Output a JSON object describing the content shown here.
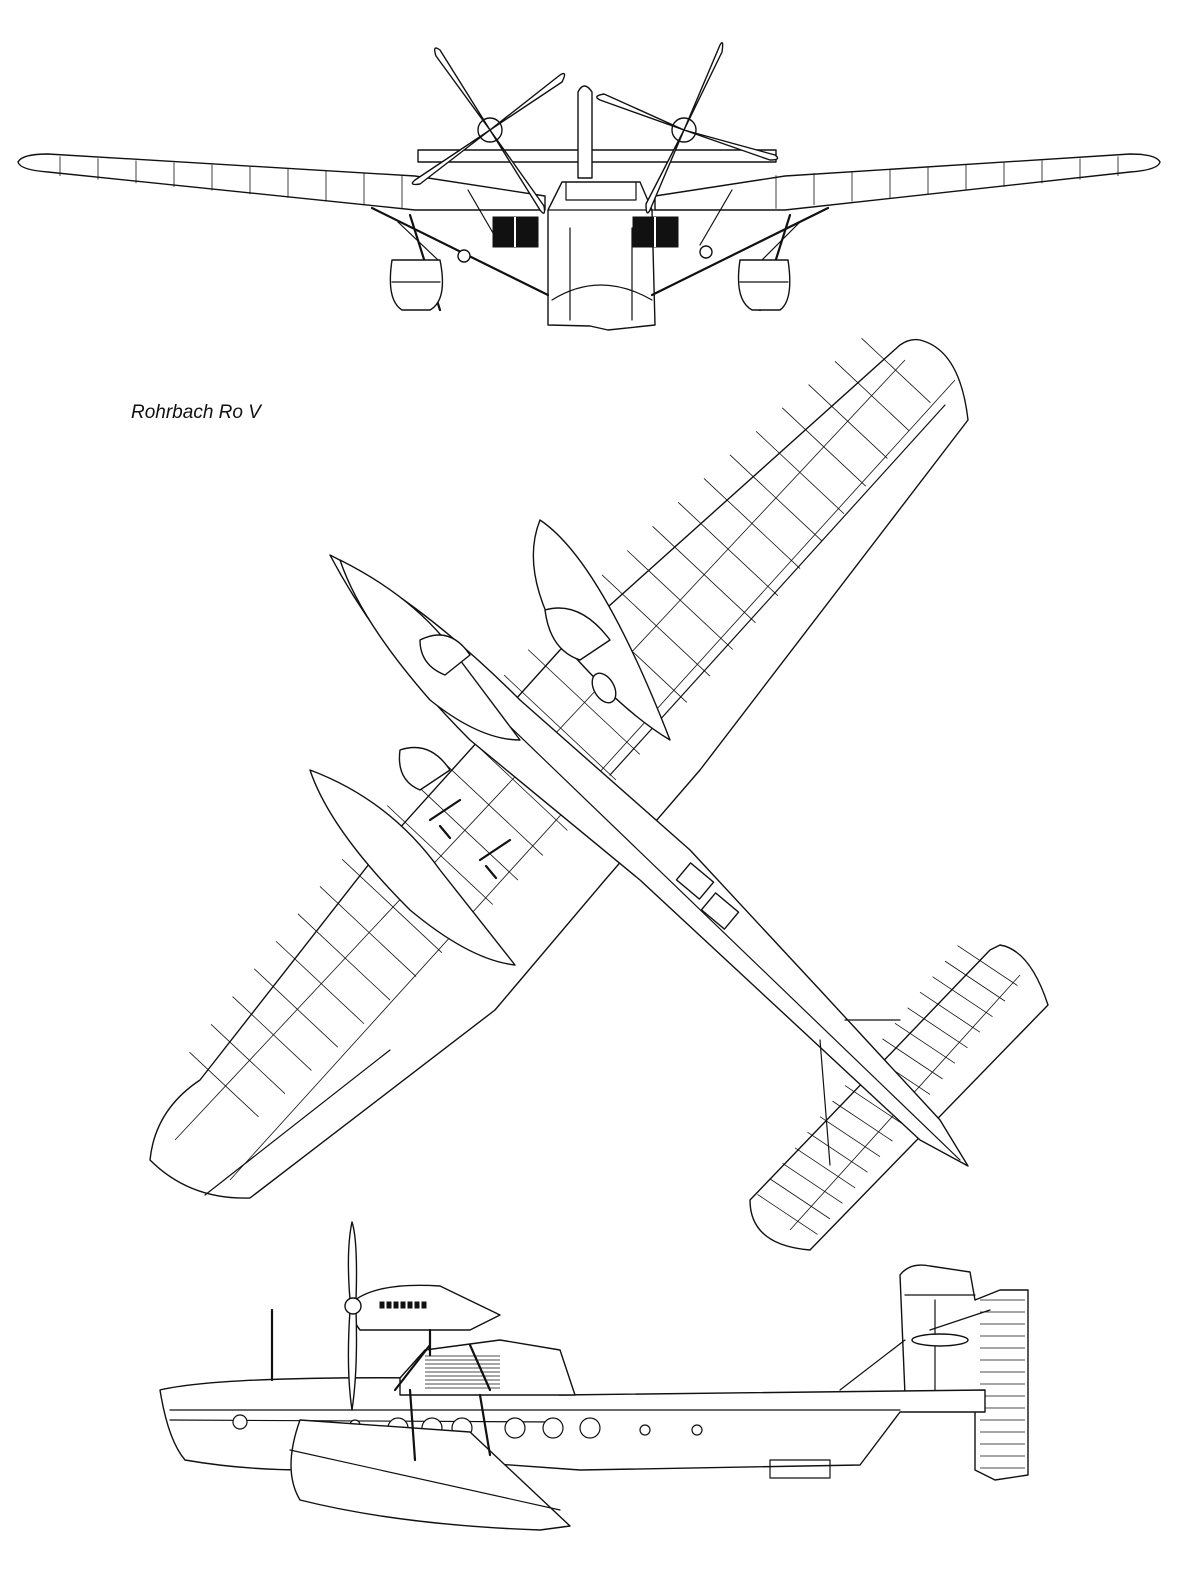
{
  "caption": "Rohrbach Ro V",
  "views": [
    {
      "name": "front-view"
    },
    {
      "name": "plan-view"
    },
    {
      "name": "side-view"
    }
  ]
}
